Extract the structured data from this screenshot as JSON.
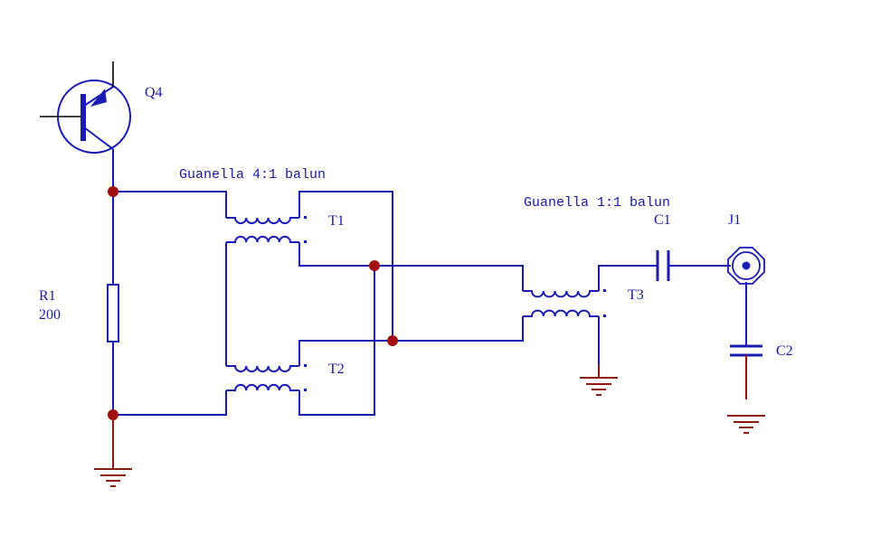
{
  "colors": {
    "wire": "#1a1ab4",
    "junction": "#a01010",
    "ground": "#8b1a10",
    "black": "#000000"
  },
  "labels": {
    "transistor": "Q4",
    "balun_4to1": "Guanella 4:1 balun",
    "balun_1to1": "Guanella 1:1 balun",
    "t1": "T1",
    "t2": "T2",
    "t3": "T3",
    "c1": "C1",
    "c2": "C2",
    "j1": "J1",
    "r1": "R1",
    "r1_value": "200"
  },
  "components": [
    {
      "ref": "Q4",
      "kind": "npn-transistor"
    },
    {
      "ref": "R1",
      "kind": "resistor",
      "value": "200"
    },
    {
      "ref": "T1",
      "kind": "transformer"
    },
    {
      "ref": "T2",
      "kind": "transformer"
    },
    {
      "ref": "T3",
      "kind": "transformer"
    },
    {
      "ref": "C1",
      "kind": "capacitor"
    },
    {
      "ref": "C2",
      "kind": "capacitor"
    },
    {
      "ref": "J1",
      "kind": "coax-connector"
    }
  ]
}
